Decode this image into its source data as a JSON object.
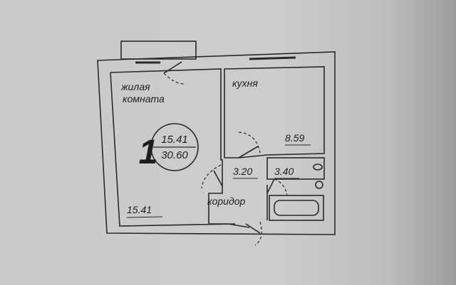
{
  "apartment_number": "1",
  "area_badge": {
    "living_area": "15.41",
    "total_area": "30.60"
  },
  "rooms": {
    "living_room": {
      "label_line1": "жилая",
      "label_line2": "комната",
      "area": "15.41"
    },
    "kitchen": {
      "label": "кухня",
      "area": "8.59"
    },
    "corridor": {
      "label": "коридор",
      "area": "3.20"
    },
    "bathroom": {
      "area": "3.40"
    }
  }
}
